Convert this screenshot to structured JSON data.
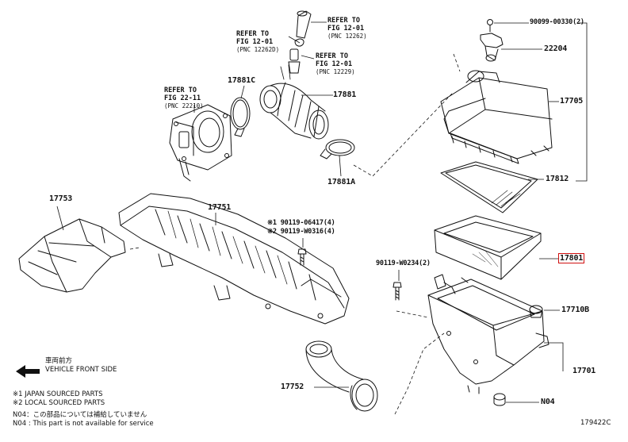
{
  "refs": {
    "r1": [
      "REFER TO",
      "FIG 12-01",
      "(PNC 12262)"
    ],
    "r2": [
      "REFER TO",
      "FIG 12-01",
      "(PNC 12262D)"
    ],
    "r3": [
      "REFER TO",
      "FIG 12-01",
      "(PNC 12229)"
    ],
    "r4": [
      "REFER TO",
      "FIG 22-11",
      "(PNC 22210)"
    ]
  },
  "parts": {
    "p90099": "90099-00330(2)",
    "p22204": "22204",
    "p17705": "17705",
    "p17812": "17812",
    "p17801": "17801",
    "p17710B": "17710B",
    "p17701": "17701",
    "pN04": "N04",
    "p17881C": "17881C",
    "p17881": "17881",
    "p17881A": "17881A",
    "p17753": "17753",
    "p17751": "17751",
    "p17752": "17752",
    "p90119a": "※1 90119-06417(4)",
    "p90119b": "※2 90119-W0316(4)",
    "p90119c": "90119-W0234(2)"
  },
  "legend": {
    "front_jp": "車両前方",
    "front_en": "VEHICLE FRONT SIDE",
    "note1": "※1 JAPAN SOURCED PARTS",
    "note2": "※2 LOCAL SOURCED PARTS",
    "n04_jp": "N04：この部品については補給していません",
    "n04_en": "N04 : This part is not available for service"
  },
  "figure_id": "179422C"
}
